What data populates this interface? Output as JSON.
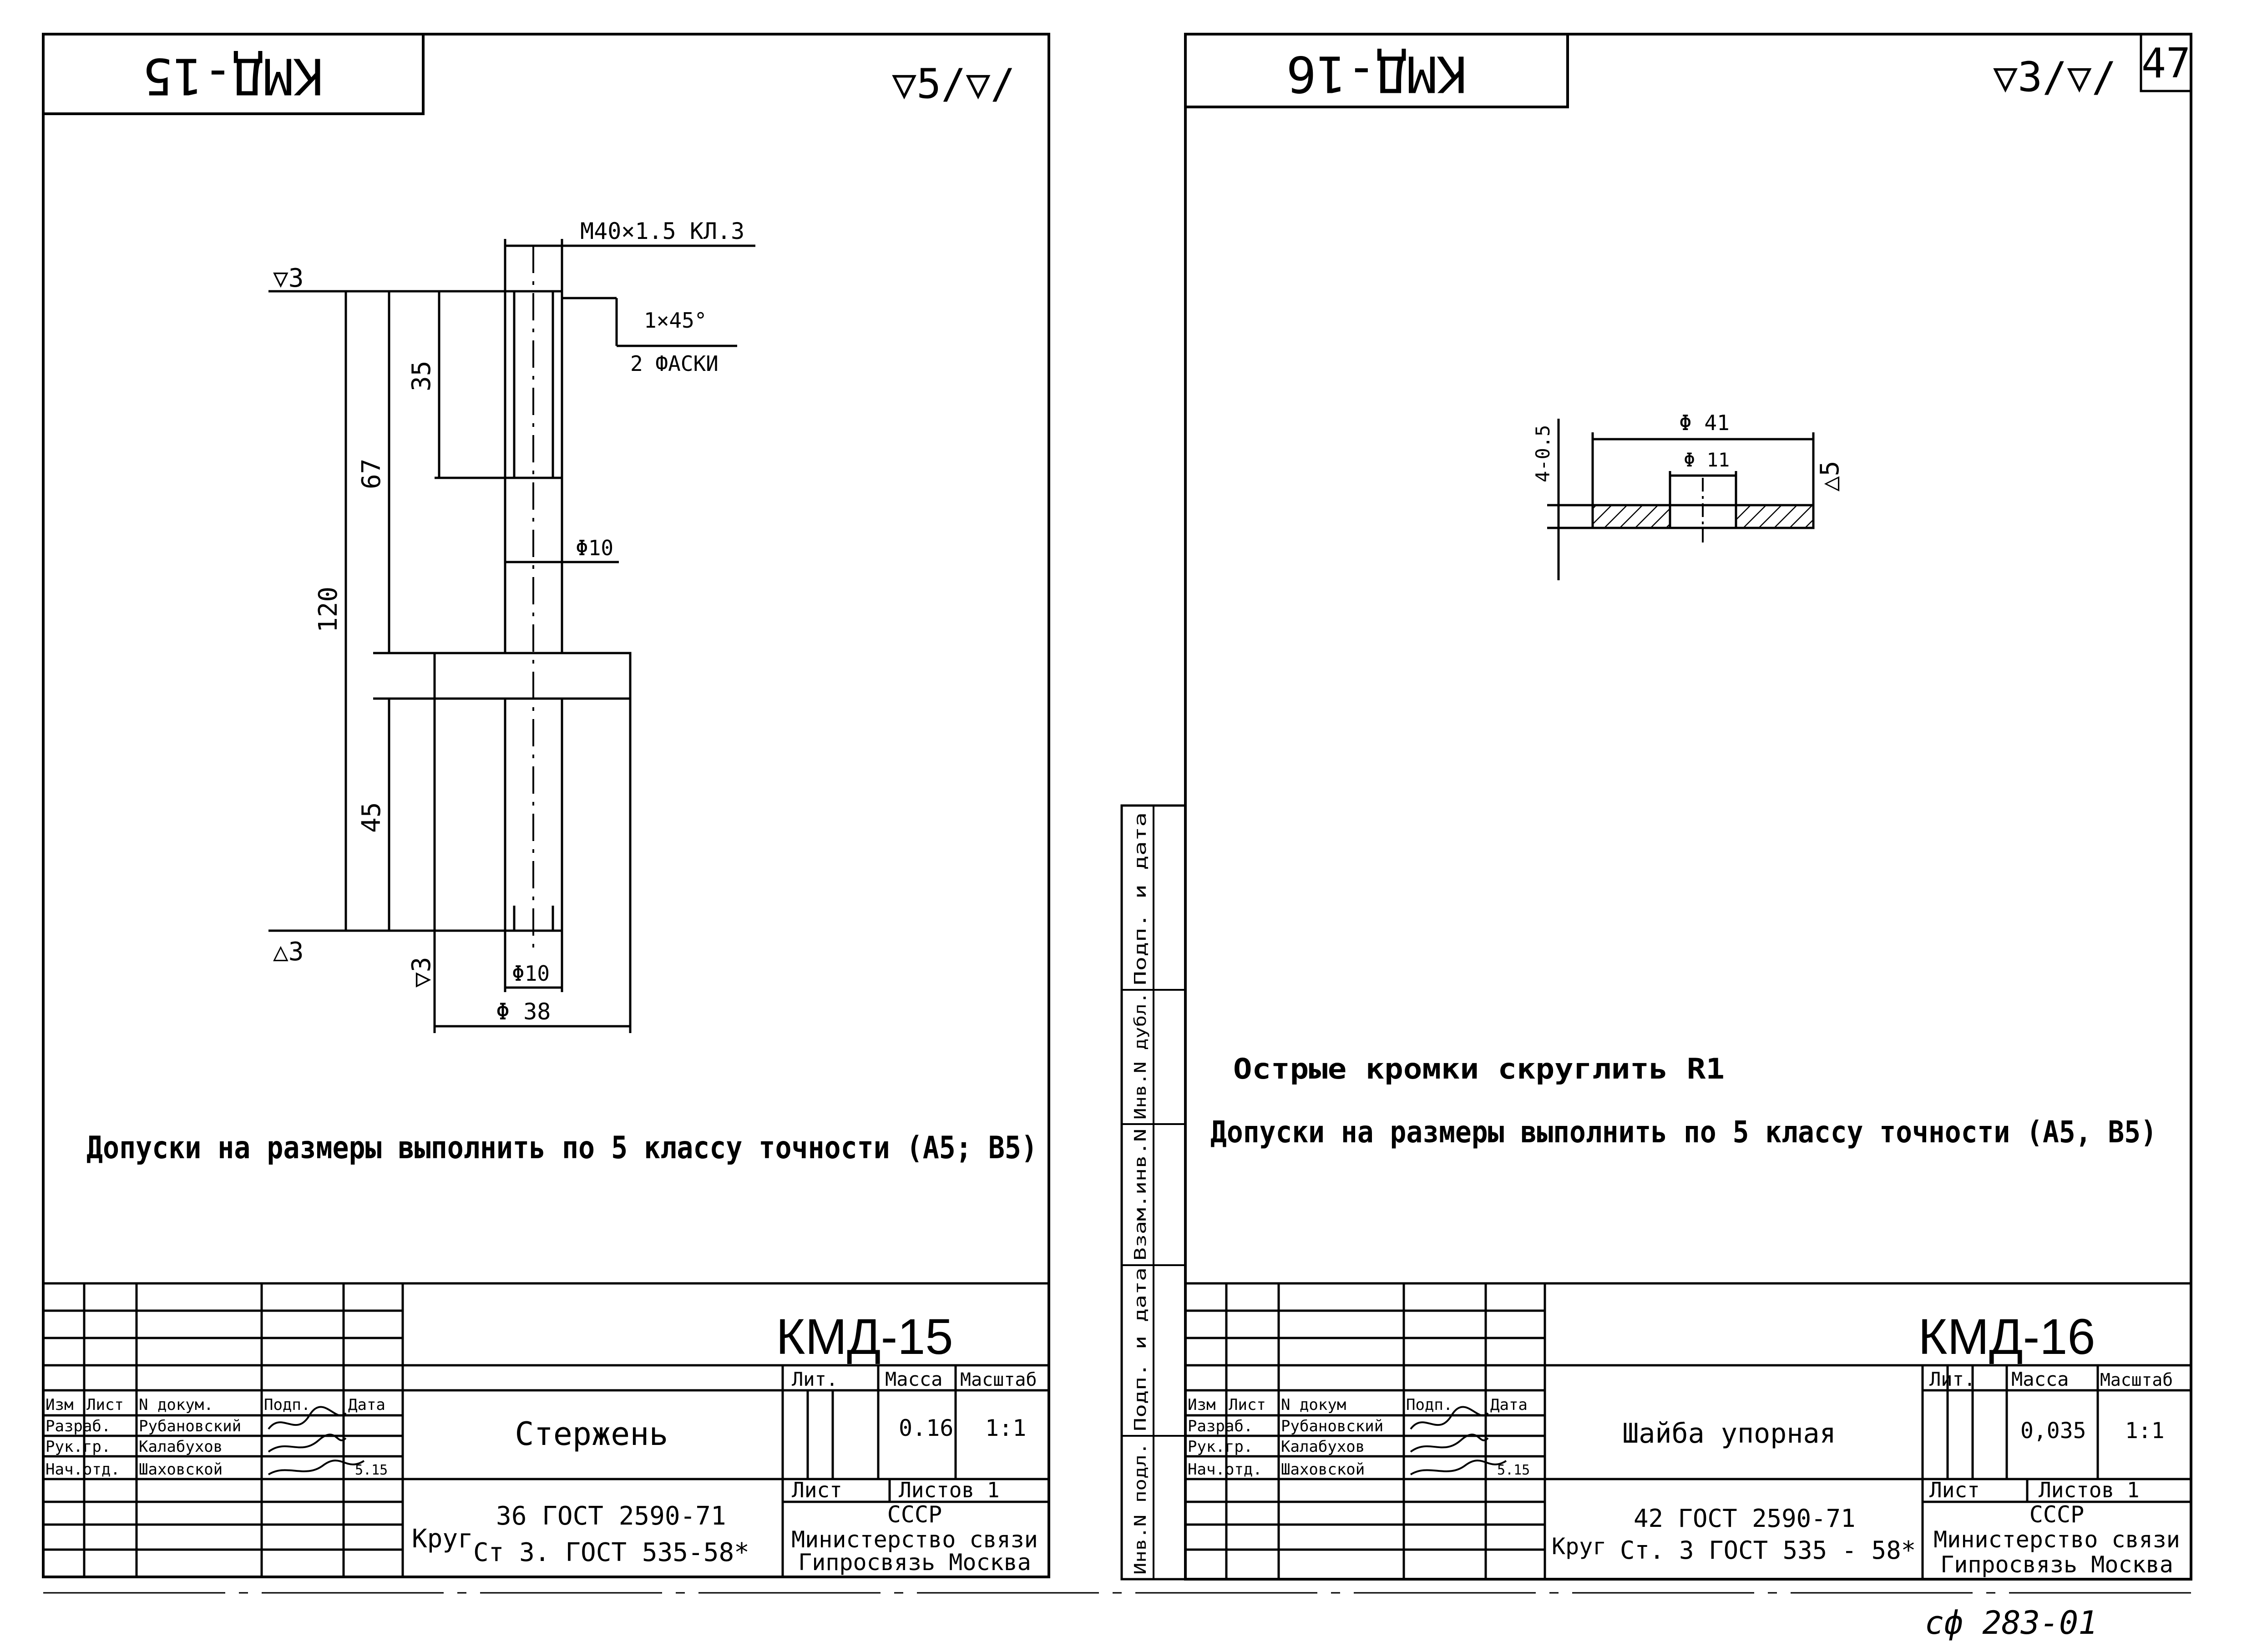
{
  "sheet_number": "47",
  "archive_mark": "сф 283-01",
  "side_stamp": {
    "cells": [
      "Инв.N подл.",
      "Подп. и дата",
      "Взам.инв.N",
      "Инв.N дубл.",
      "Подп. и дата"
    ]
  },
  "left": {
    "top_code": "КМД-15",
    "roughness": "▽5/▽/",
    "dims": {
      "thread": "М40×1.5 КЛ.3",
      "chamfer": "1×45°",
      "chamfer_count": "2 ФАСКИ",
      "r_top": "▽3",
      "r_bottom": "△3",
      "r_side": "▽3",
      "d35": "35",
      "d67": "67",
      "d120": "120",
      "d45": "45",
      "phi10_mid": "Φ10",
      "phi10_bot": "Φ10",
      "phi38": "Φ 38"
    },
    "note": "Допуски на размеры выполнить по 5 классу точности (A5; B5)",
    "title_block": {
      "code": "КМД-15",
      "name": "Стержень",
      "material_prefix": "Круг",
      "material_line1": "36 ГОСТ 2590-71",
      "material_line2": "Ст 3. ГОСТ 535-58*",
      "headers": {
        "lit": "Лит.",
        "mass": "Масса",
        "scale": "Масштаб"
      },
      "mass": "0.16",
      "scale": "1:1",
      "sheet": "Лист",
      "sheets": "Листов 1",
      "org_line1": "СССР",
      "org_line2": "Министерство связи",
      "org_line3": "Гипросвязь Москва",
      "col_heads": [
        "Изм",
        "Лист",
        "N докум.",
        "Подп.",
        "Дата"
      ],
      "roles": [
        "Разраб.",
        "Рук.гр.",
        "Нач.отд."
      ],
      "names": [
        "Рубановский",
        "Калабухов",
        "Шаховской"
      ],
      "date": "5.15"
    }
  },
  "right": {
    "top_code": "КМД-16",
    "roughness": "▽3/▽/",
    "dims": {
      "phi41": "Φ 41",
      "phi11": "Φ 11",
      "thickness": "4-0.5",
      "r_side": "△5"
    },
    "note1": "Острые кромки скруглить R1",
    "note2": "Допуски на размеры выполнить по 5 классу точности (A5, B5)",
    "title_block": {
      "code": "КМД-16",
      "name": "Шайба упорная",
      "material_prefix": "Круг",
      "material_line1": "42 ГОСТ 2590-71",
      "material_line2": "Ст. 3 ГОСТ 535 - 58*",
      "headers": {
        "lit": "Лит.",
        "mass": "Масса",
        "scale": "Масштаб"
      },
      "mass": "0,035",
      "scale": "1:1",
      "sheet": "Лист",
      "sheets": "Листов 1",
      "org_line1": "СССР",
      "org_line2": "Министерство связи",
      "org_line3": "Гипросвязь Москва",
      "col_heads": [
        "Изм",
        "Лист",
        "N докум",
        "Подп.",
        "Дата"
      ],
      "roles": [
        "Разраб.",
        "Рук.гр.",
        "Нач.отд."
      ],
      "names": [
        "Рубановский",
        "Калабухов",
        "Шаховской"
      ],
      "date": "5.15"
    }
  }
}
